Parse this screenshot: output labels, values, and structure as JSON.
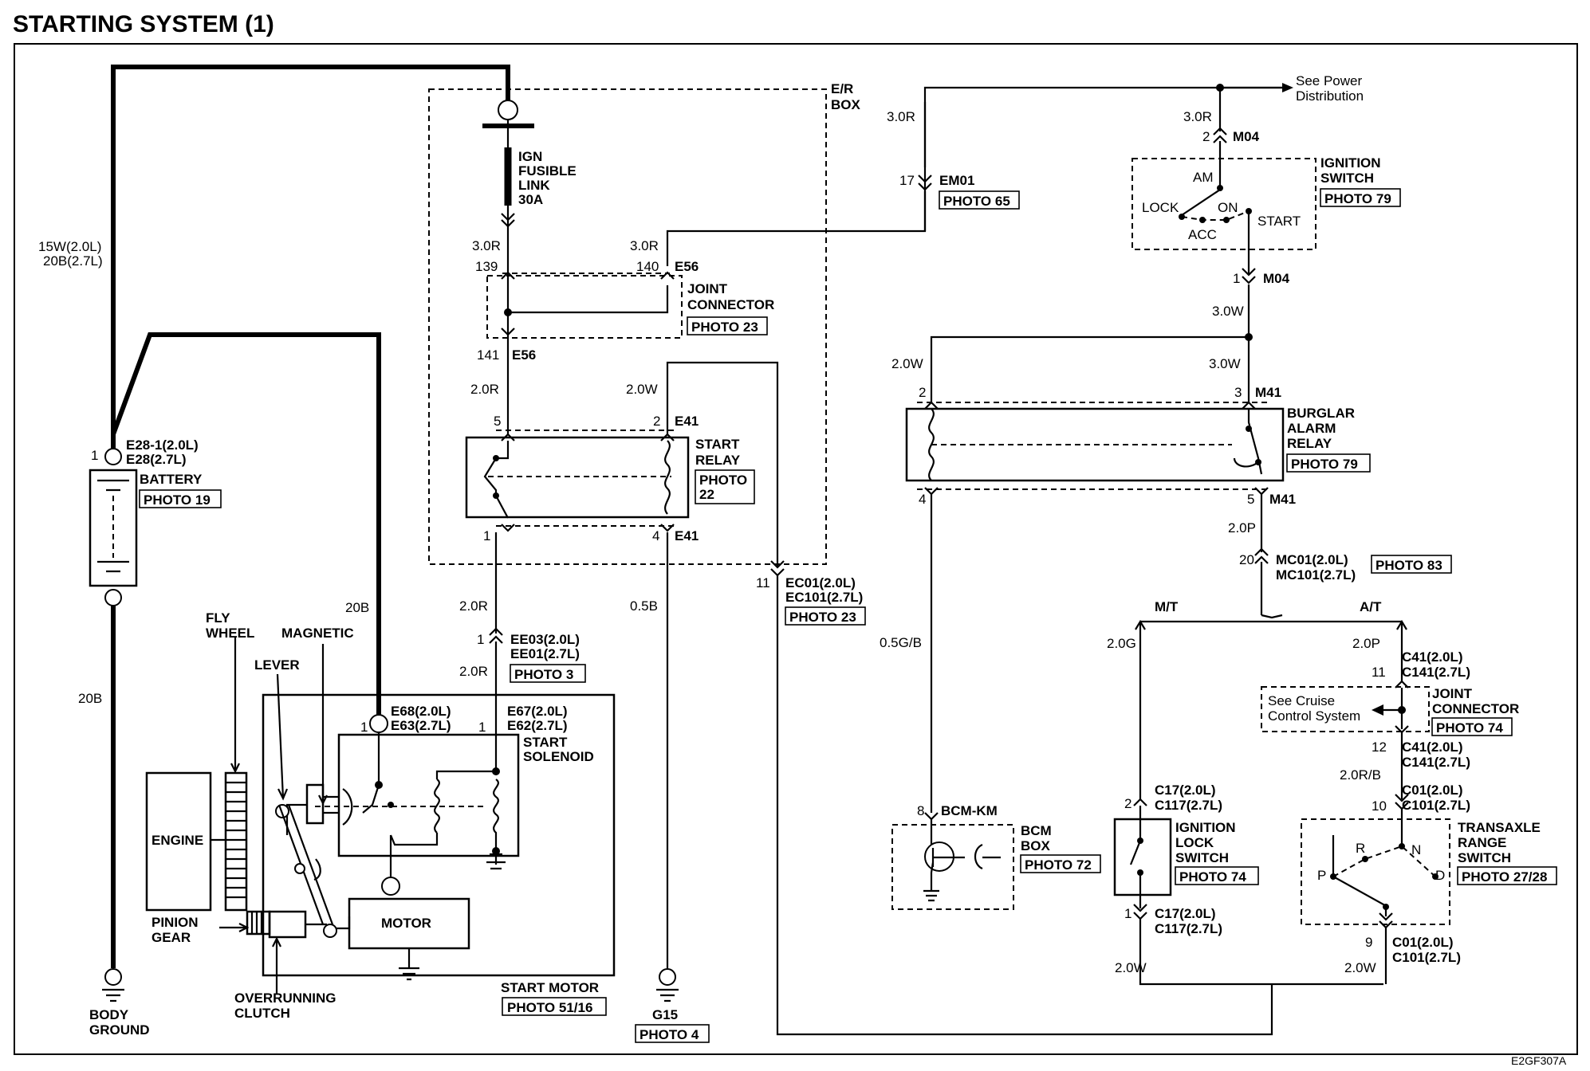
{
  "title": "STARTING SYSTEM (1)",
  "figure_code": "E2GF307A",
  "battery": {
    "wire_top_a": "15W(2.0L)",
    "wire_top_b": "20B(2.7L)",
    "conn_pin": "1",
    "conn_a": "E28-1(2.0L)",
    "conn_b": "E28(2.7L)",
    "label": "BATTERY",
    "photo": "PHOTO 19",
    "wire_bottom": "20B",
    "ground_a": "BODY",
    "ground_b": "GROUND",
    "wire_motor": "20B"
  },
  "er_box": {
    "label_a": "E/R",
    "label_b": "BOX",
    "fuse_a": "IGN",
    "fuse_b": "FUSIBLE",
    "fuse_c": "LINK",
    "fuse_d": "30A",
    "wire_left": "3.0R",
    "wire_right": "3.0R",
    "pin_139": "139",
    "pin_140": "140",
    "conn_e56_top": "E56",
    "joint_a": "JOINT",
    "joint_b": "CONNECTOR",
    "joint_photo": "PHOTO 23",
    "pin_141": "141",
    "conn_e56_bottom": "E56",
    "wire_relay_in": "2.0R",
    "wire_relay_coil": "2.0W",
    "relay_pin5": "5",
    "relay_pin2": "2",
    "relay_conn_top": "E41",
    "relay_a": "START",
    "relay_b": "RELAY",
    "relay_photo_a": "PHOTO",
    "relay_photo_b": "22",
    "relay_pin1": "1",
    "relay_pin4": "4",
    "relay_conn_bottom": "E41"
  },
  "em01": {
    "wire": "3.0R",
    "pin": "17",
    "conn": "EM01",
    "photo": "PHOTO 65"
  },
  "ec01": {
    "pin": "11",
    "conn_a": "EC01(2.0L)",
    "conn_b": "EC101(2.7L)",
    "photo": "PHOTO 23"
  },
  "start_motor": {
    "wire_a": "2.0R",
    "ee_pin": "1",
    "ee_a": "EE03(2.0L)",
    "ee_b": "EE01(2.7L)",
    "wire_b": "2.0R",
    "ee_photo": "PHOTO 3",
    "g15_wire": "0.5B",
    "g15": "G15",
    "g15_photo": "PHOTO 4",
    "e68_pin": "1",
    "e68_a": "E68(2.0L)",
    "e68_b": "E63(2.7L)",
    "e67_pin": "1",
    "e67_a": "E67(2.0L)",
    "e67_b": "E62(2.7L)",
    "solenoid_a": "START",
    "solenoid_b": "SOLENOID",
    "fly_a": "FLY",
    "fly_b": "WHEEL",
    "magnetic": "MAGNETIC",
    "lever": "LEVER",
    "engine": "ENGINE",
    "pinion_a": "PINION",
    "pinion_b": "GEAR",
    "motor": "MOTOR",
    "clutch_a": "OVERRUNNING",
    "clutch_b": "CLUTCH",
    "label": "START MOTOR",
    "photo": "PHOTO 51/16"
  },
  "ignition": {
    "see_a": "See Power",
    "see_b": "Distribution",
    "wire_top": "3.0R",
    "m04_top_pin": "2",
    "m04_top": "M04",
    "switch_a": "IGNITION",
    "switch_b": "SWITCH",
    "photo": "PHOTO 79",
    "am": "AM",
    "lock": "LOCK",
    "on": "ON",
    "start": "START",
    "acc": "ACC",
    "m04_bot_pin": "1",
    "m04_bot": "M04",
    "wire_out": "3.0W"
  },
  "burglar": {
    "wire_left": "2.0W",
    "wire_right": "3.0W",
    "pin2": "2",
    "pin3": "3",
    "conn_top": "M41",
    "label_a": "BURGLAR",
    "label_b": "ALARM",
    "label_c": "RELAY",
    "photo": "PHOTO 79",
    "pin4": "4",
    "pin5": "5",
    "conn_bottom": "M41",
    "wire_out": "2.0P",
    "mc_pin": "20",
    "mc_a": "MC01(2.0L)",
    "mc_b": "MC101(2.7L)",
    "mc_photo": "PHOTO 83"
  },
  "bcm": {
    "wire": "0.5G/B",
    "pin": "8",
    "conn": "BCM-KM",
    "label_a": "BCM",
    "label_b": "BOX",
    "photo": "PHOTO 72"
  },
  "mt_branch": {
    "label": "M/T",
    "wire": "2.0G",
    "c17_pin": "2",
    "c17_a": "C17(2.0L)",
    "c17_b": "C117(2.7L)",
    "switch_a": "IGNITION",
    "switch_b": "LOCK",
    "switch_c": "SWITCH",
    "photo": "PHOTO 74",
    "c17b_pin": "1",
    "c17b_a": "C17(2.0L)",
    "c17b_b": "C117(2.7L)",
    "wire_out": "2.0W"
  },
  "at_branch": {
    "label": "A/T",
    "wire": "2.0P",
    "c41_pin": "11",
    "c41_a": "C41(2.0L)",
    "c41_b": "C141(2.7L)",
    "see_a": "See Cruise",
    "see_b": "Control System",
    "joint_a": "JOINT",
    "joint_b": "CONNECTOR",
    "joint_photo": "PHOTO 74",
    "c41b_pin": "12",
    "c41b_a": "C41(2.0L)",
    "c41b_b": "C141(2.7L)",
    "wire_rb": "2.0R/B",
    "c01_pin": "10",
    "c01_a": "C01(2.0L)",
    "c01_b": "C101(2.7L)",
    "range_a": "TRANSAXLE",
    "range_b": "RANGE",
    "range_c": "SWITCH",
    "range_photo": "PHOTO 27/28",
    "r": "R",
    "n": "N",
    "p": "P",
    "d": "D",
    "c01b_pin": "9",
    "c01b_a": "C01(2.0L)",
    "c01b_b": "C101(2.7L)",
    "wire_out": "2.0W"
  }
}
